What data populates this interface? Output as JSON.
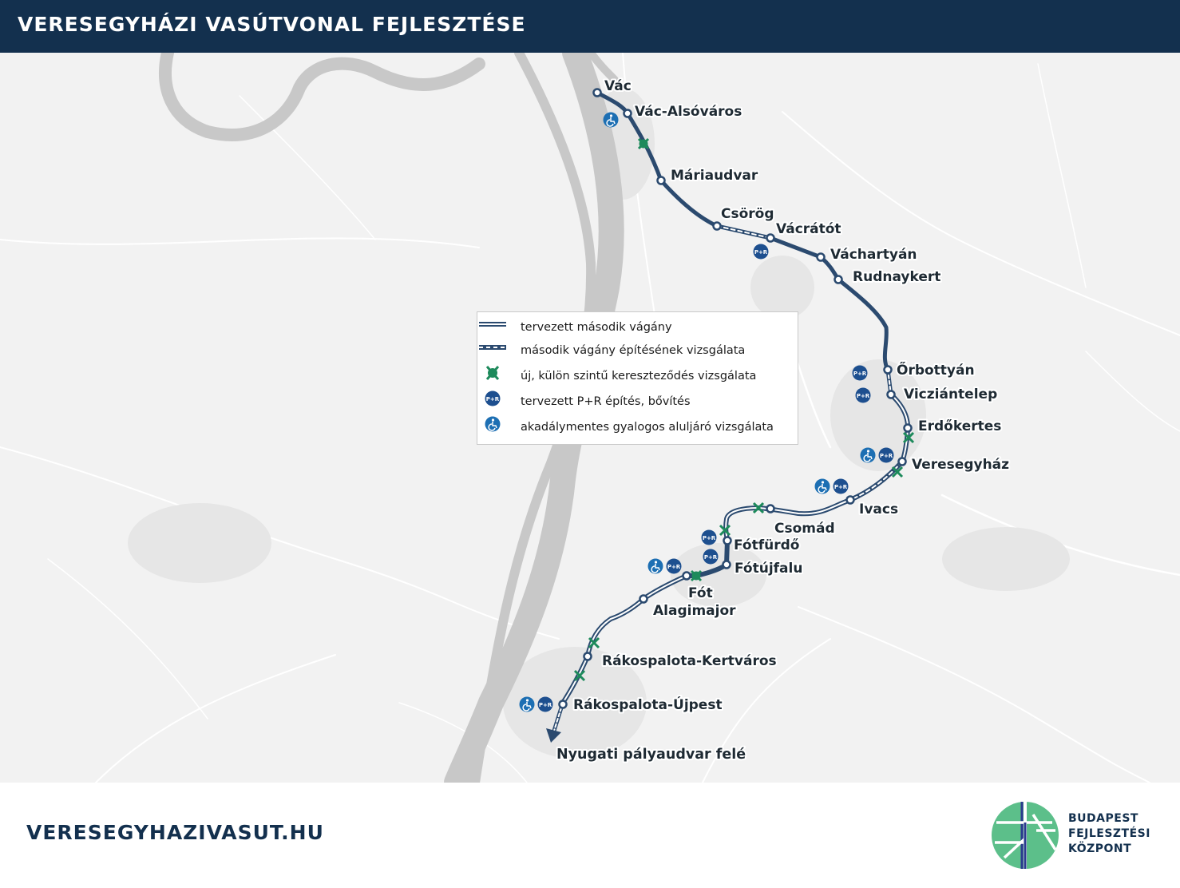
{
  "header": {
    "title": "VERESEGYHÁZI VASÚTVONAL FEJLESZTÉSE"
  },
  "map": {
    "stations": [
      {
        "name": "Vác"
      },
      {
        "name": "Vác-Alsóváros"
      },
      {
        "name": "Máriaudvar"
      },
      {
        "name": "Csörög"
      },
      {
        "name": "Vácrátót"
      },
      {
        "name": "Váchartyán"
      },
      {
        "name": "Rudnaykert"
      },
      {
        "name": "Őrbottyán"
      },
      {
        "name": "Vicziántelep"
      },
      {
        "name": "Erdőkertes"
      },
      {
        "name": "Veresegyház"
      },
      {
        "name": "Ivacs"
      },
      {
        "name": "Csomád"
      },
      {
        "name": "Fótfürdő"
      },
      {
        "name": "Fótújfalu"
      },
      {
        "name": "Fót"
      },
      {
        "name": "Alagimajor"
      },
      {
        "name": "Rákospalota-Kertváros"
      },
      {
        "name": "Rákospalota-Újpest"
      }
    ],
    "direction_label": "Nyugati pályaudvar felé",
    "pr_badge": "P+R",
    "icons": {
      "accessible": "wheelchair-icon",
      "parking": "park-and-ride-icon",
      "crossing": "grade-separated-crossing-icon"
    }
  },
  "legend": {
    "items": [
      {
        "label": "tervezett második vágány"
      },
      {
        "label": "második vágány építésének vizsgálata"
      },
      {
        "label": "új, külön szintű kereszteződés vizsgálata"
      },
      {
        "label": "tervezett P+R építés, bővítés"
      },
      {
        "label": "akadálymentes gyalogos aluljáró vizsgálata"
      }
    ]
  },
  "footer": {
    "url": "VERESEGYHAZIVASUT.HU",
    "org_lines": [
      "BUDAPEST",
      "FEJLESZTÉSI",
      "KÖZPONT"
    ]
  },
  "colors": {
    "navy": "#13304e",
    "line": "#2b4a6f",
    "accent_green": "#1d8a5b",
    "logo_green": "#5cbf8a",
    "river": "#c8c8c8"
  }
}
